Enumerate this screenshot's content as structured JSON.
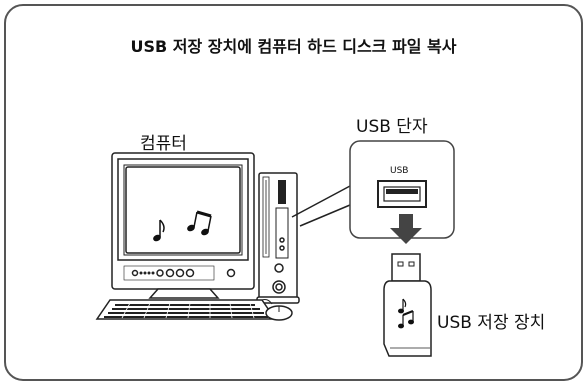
{
  "title": "USB 저장 장치에 컴퓨터 하드 디스크 파일 복사",
  "labels": {
    "computer": "컴퓨터",
    "usb_port": "USB 단자",
    "usb_port_small": "USB",
    "usb_device": "USB 저장 장치"
  },
  "icons": [
    "eighth-note-icon",
    "beamed-notes-icon",
    "down-arrow-icon"
  ],
  "colors": {
    "frame_border": "#555555",
    "line": "#222222",
    "arrow": "#444444"
  }
}
